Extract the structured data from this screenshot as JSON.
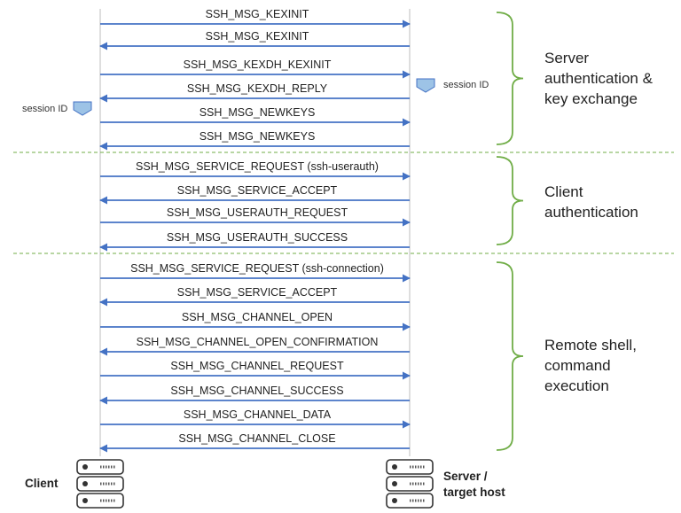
{
  "colors": {
    "arrow": "#4472c4",
    "brace": "#70ad47",
    "divider": "#70ad47",
    "lifeline": "#c8c8c8",
    "marker": "#9dc3e6"
  },
  "icons": {
    "marker": "pentagon-marker-icon",
    "host": "server-rack-icon"
  },
  "session_id_label": "session ID",
  "client": {
    "label": "Client"
  },
  "server": {
    "label": "Server /\ntarget host"
  },
  "phases": [
    {
      "label": "Server\nauthentication &\nkey exchange",
      "messages": [
        {
          "text": "SSH_MSG_KEXINIT",
          "dir": "right"
        },
        {
          "text": "SSH_MSG_KEXINIT",
          "dir": "left"
        },
        {
          "text": "SSH_MSG_KEXDH_KEXINIT",
          "dir": "right"
        },
        {
          "text": "SSH_MSG_KEXDH_REPLY",
          "dir": "left"
        },
        {
          "text": "SSH_MSG_NEWKEYS",
          "dir": "right"
        },
        {
          "text": "SSH_MSG_NEWKEYS",
          "dir": "left"
        }
      ]
    },
    {
      "label": "Client\nauthentication",
      "messages": [
        {
          "text": "SSH_MSG_SERVICE_REQUEST (ssh-userauth)",
          "dir": "right"
        },
        {
          "text": "SSH_MSG_SERVICE_ACCEPT",
          "dir": "left"
        },
        {
          "text": "SSH_MSG_USERAUTH_REQUEST",
          "dir": "right"
        },
        {
          "text": "SSH_MSG_USERAUTH_SUCCESS",
          "dir": "left"
        }
      ]
    },
    {
      "label": "Remote shell,\ncommand\nexecution",
      "messages": [
        {
          "text": "SSH_MSG_SERVICE_REQUEST (ssh-connection)",
          "dir": "right"
        },
        {
          "text": "SSH_MSG_SERVICE_ACCEPT",
          "dir": "left"
        },
        {
          "text": "SSH_MSG_CHANNEL_OPEN",
          "dir": "right"
        },
        {
          "text": "SSH_MSG_CHANNEL_OPEN_CONFIRMATION",
          "dir": "left"
        },
        {
          "text": "SSH_MSG_CHANNEL_REQUEST",
          "dir": "right"
        },
        {
          "text": "SSH_MSG_CHANNEL_SUCCESS",
          "dir": "left"
        },
        {
          "text": "SSH_MSG_CHANNEL_DATA",
          "dir": "right"
        },
        {
          "text": "SSH_MSG_CHANNEL_CLOSE",
          "dir": "left"
        }
      ]
    }
  ]
}
